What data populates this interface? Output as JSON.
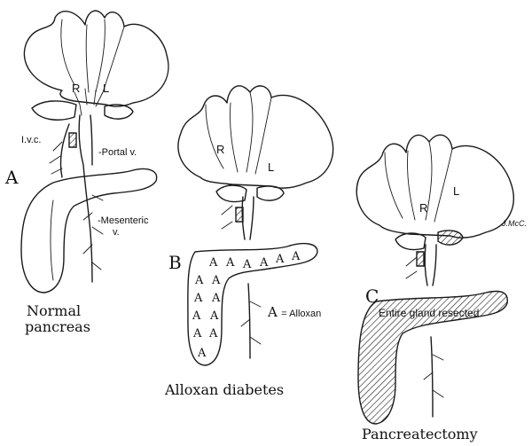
{
  "panels": {
    "a": {
      "letter": "A",
      "right_lobe": "R",
      "left_lobe": "L",
      "ivc": "I.v.c.",
      "portal": "-Portal v.",
      "mesenteric_line1": "-Mesenteric",
      "mesenteric_line2": "v.",
      "caption_line1": "Normal",
      "caption_line2": "pancreas"
    },
    "b": {
      "letter": "B",
      "right_lobe": "R",
      "left_lobe": "L",
      "marker": "A",
      "legend_symbol": "A",
      "legend_text": "= Alloxan",
      "caption": "Alloxan diabetes"
    },
    "c": {
      "letter": "C",
      "right_lobe": "R",
      "left_lobe": "L",
      "resected": "Entire gland resected",
      "caption": "Pancreatectomy",
      "initials": "J.McC."
    }
  }
}
